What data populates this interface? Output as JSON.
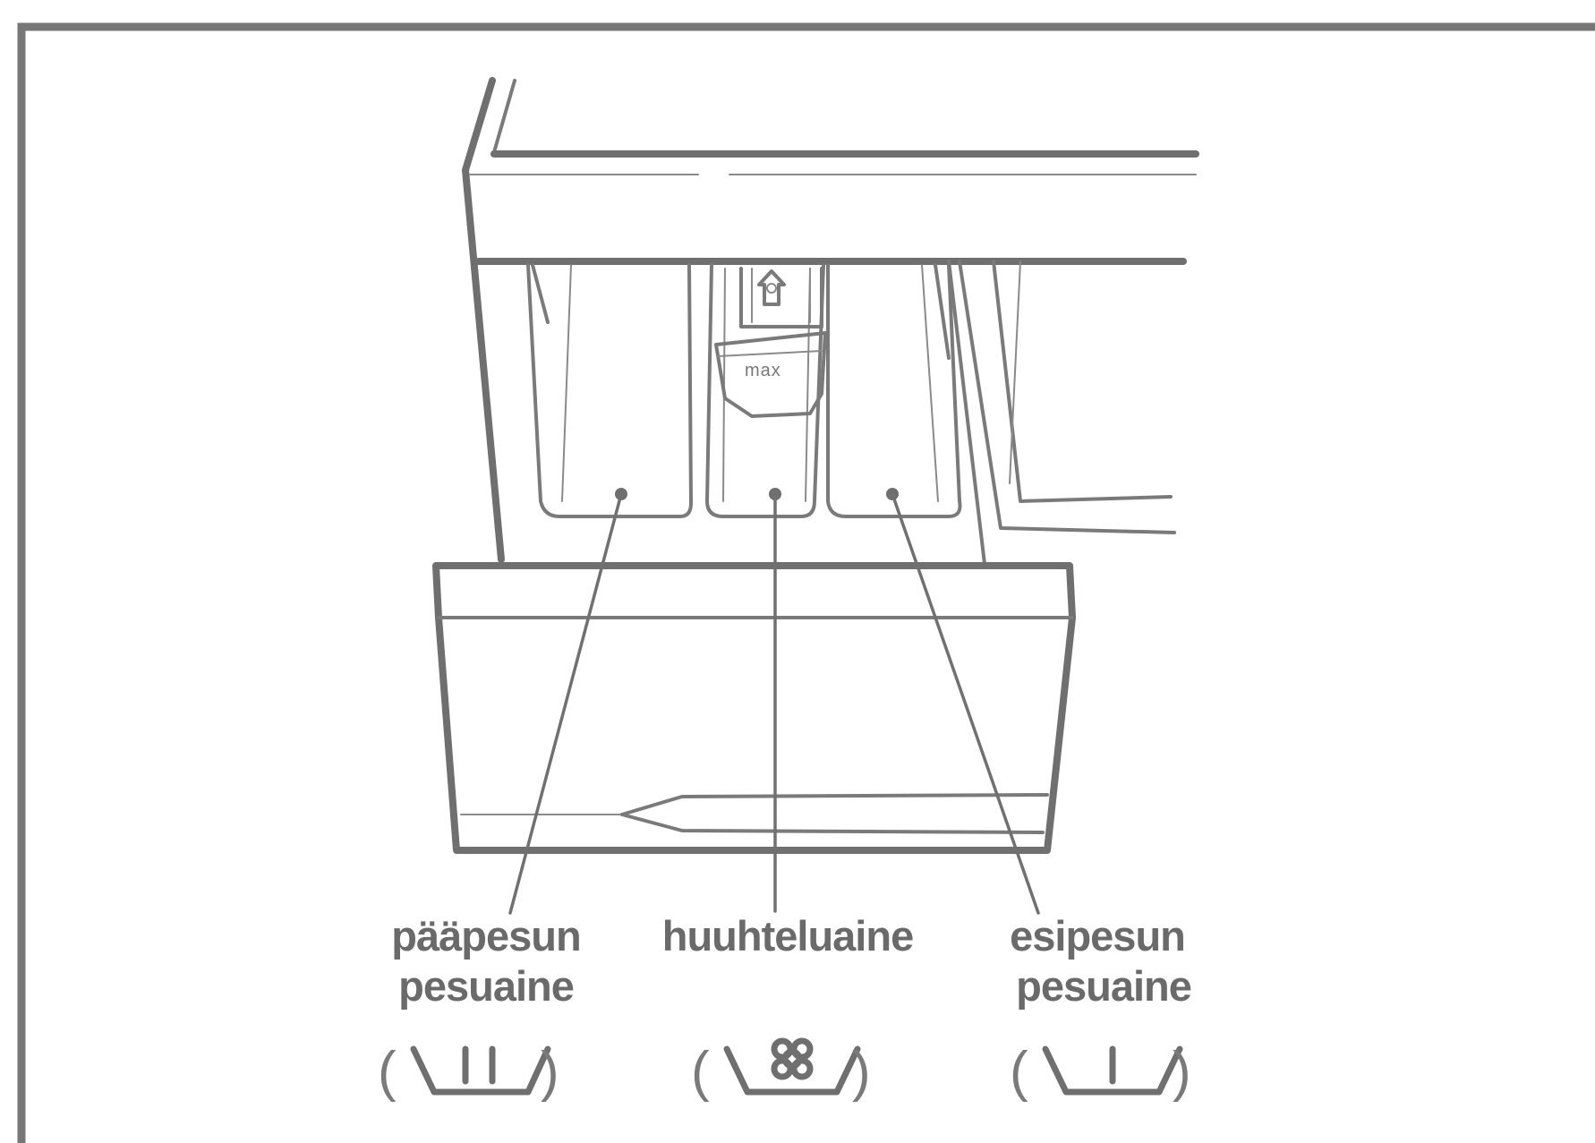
{
  "compartments": [
    {
      "id": "main-wash",
      "label_line1": "pääpesun",
      "label_line2": "pesuaine",
      "symbol": "main-wash-tub-icon"
    },
    {
      "id": "softener",
      "label_line1": "huuhteluaine",
      "label_line2": "",
      "symbol": "softener-flower-tub-icon"
    },
    {
      "id": "prewash",
      "label_line1": "esipesun",
      "label_line2": "pesuaine",
      "symbol": "prewash-tub-icon"
    }
  ],
  "max_label": "max",
  "colors": {
    "line": "#6f6f6f",
    "text": "#6a6a6a",
    "background": "#ffffff"
  }
}
